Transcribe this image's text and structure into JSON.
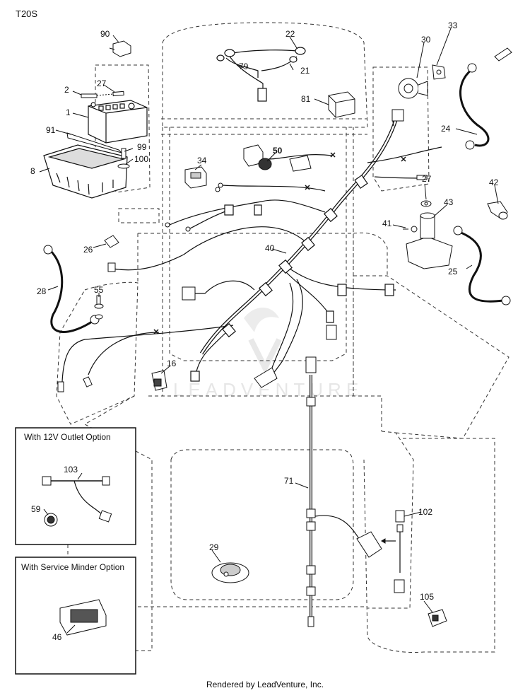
{
  "diagram_code": "T20S",
  "footer": "Rendered by LeadVenture, Inc.",
  "watermark": "LEADVENTURE",
  "insets": {
    "outlet_option": "With 12V Outlet Option",
    "minder_option": "With Service Minder Option"
  },
  "callouts": {
    "c1": "1",
    "c2": "2",
    "c8": "8",
    "c16": "16",
    "c21": "21",
    "c22": "22",
    "c24": "24",
    "c25": "25",
    "c26": "26",
    "c27a": "27",
    "c27b": "27",
    "c28": "28",
    "c29": "29",
    "c30": "30",
    "c33": "33",
    "c34": "34",
    "c40": "40",
    "c41": "41",
    "c42": "42",
    "c43": "43",
    "c46": "46",
    "c50": "50",
    "c55": "55",
    "c59": "59",
    "c71": "71",
    "c79": "79",
    "c81": "81",
    "c90": "90",
    "c91": "91",
    "c99": "99",
    "c100": "100",
    "c102": "102",
    "c103": "103",
    "c105": "105"
  }
}
